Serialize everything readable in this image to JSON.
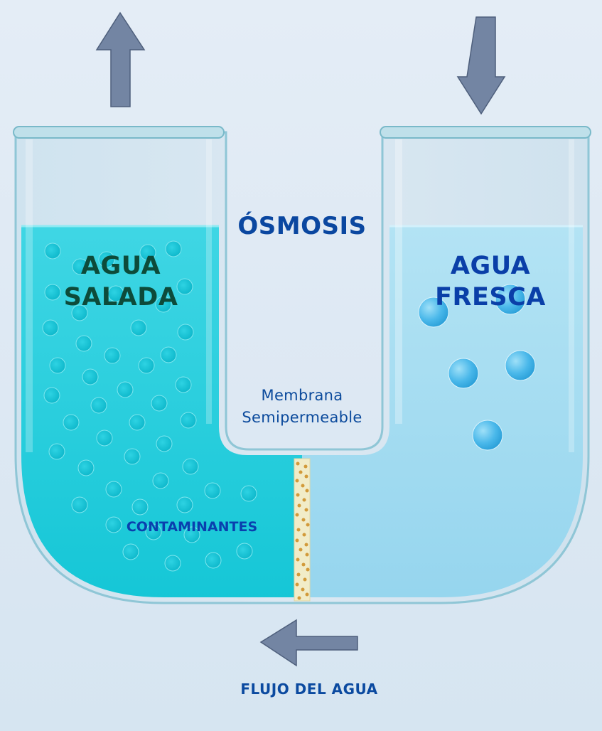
{
  "diagram": {
    "title": "ÓSMOSIS",
    "left_chamber": {
      "line1": "AGUA",
      "line2": "SALADA",
      "color": "#1fd0df",
      "text_color": "#0d4b3a"
    },
    "right_chamber": {
      "line1": "AGUA",
      "line2": "FRESCA",
      "color": "#a7def2",
      "text_color": "#0a3fa8"
    },
    "membrane_label": {
      "line1": "Membrana",
      "line2": "Semipermeable"
    },
    "contaminants_label": "CONTAMINANTES",
    "flow_label": "FLUJO DEL AGUA",
    "arrows": [
      {
        "name": "left-up-arrow",
        "direction": "up"
      },
      {
        "name": "right-down-arrow",
        "direction": "down"
      },
      {
        "name": "flow-left-arrow",
        "direction": "left"
      }
    ],
    "colors": {
      "arrow": "#7385a3",
      "title": "#0a47a0",
      "membrane_fill": "#f1ecc8",
      "membrane_dots": "#d29a3a",
      "background": "#e2ecf5"
    }
  }
}
